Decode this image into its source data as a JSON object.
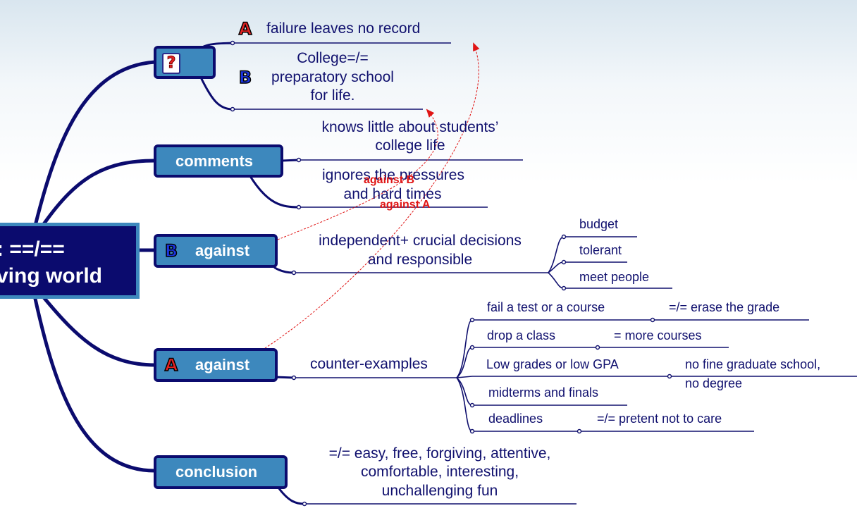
{
  "center": {
    "line1": ": ==/==",
    "line2": "ving world"
  },
  "branches": {
    "question": {
      "icon": "question-mark-icon",
      "badge_char": "?",
      "a_badge": "A",
      "a_text": "failure leaves no record",
      "b_badge": "B",
      "b_text_1": "College=/=",
      "b_text_2": "preparatory school",
      "b_text_3": "for life."
    },
    "comments": {
      "label": "comments",
      "child1_1": "knows little about students’",
      "child1_2": "college life",
      "child2_1": "ignores the pressures",
      "child2_2": "and hard times"
    },
    "against_b": {
      "badge": "B",
      "label": "against",
      "child_1": "independent+ crucial decisions",
      "child_2": "and responsible",
      "subs": [
        "budget",
        "tolerant",
        "meet people"
      ]
    },
    "against_a": {
      "badge": "A",
      "label": "against",
      "child": "counter-examples",
      "subs": [
        {
          "text": "fail a test or a course",
          "sub": "=/= erase the grade"
        },
        {
          "text": "drop a class",
          "sub": "= more courses"
        },
        {
          "text": "Low grades or low GPA",
          "sub1": "no fine graduate school,",
          "sub2": "no degree"
        },
        {
          "text": "midterms and finals"
        },
        {
          "text": "deadlines",
          "sub": "=/= pretent not to care"
        }
      ]
    },
    "conclusion": {
      "label": "conclusion",
      "child_1": "=/= easy, free, forgiving, attentive,",
      "child_2": "comfortable, interesting,",
      "child_3": "unchallenging fun"
    }
  },
  "links": {
    "against_b_label": "against B",
    "against_a_label": "against A"
  },
  "colors": {
    "line": "#10106e",
    "node_fill": "#3d88bd",
    "node_border": "#0b0b6e",
    "link": "#e01515"
  }
}
